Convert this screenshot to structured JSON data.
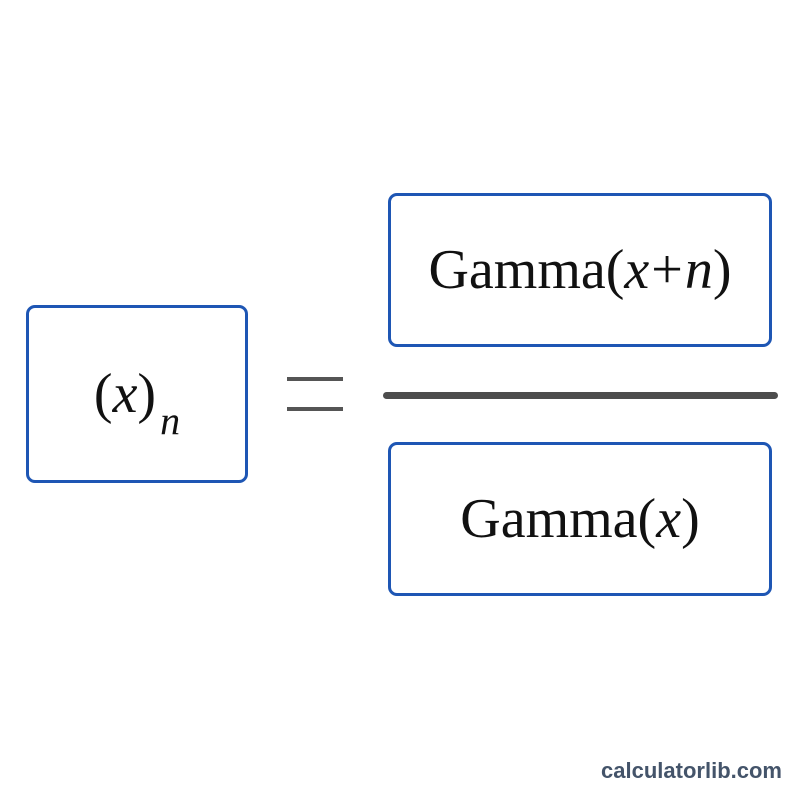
{
  "formula": {
    "lhs": {
      "open_paren": "(",
      "variable": "x",
      "close_paren": ")",
      "subscript": "n"
    },
    "equals": "=",
    "numerator": {
      "function": "Gamma",
      "open_paren": "(",
      "var1": "x",
      "operator": "+",
      "var2": "n",
      "close_paren": ")"
    },
    "denominator": {
      "function": "Gamma",
      "open_paren": "(",
      "variable": "x",
      "close_paren": ")"
    }
  },
  "watermark": "calculatorlib.com",
  "colors": {
    "box_border": "#1e56b4",
    "fraction_line": "#4d4d4d",
    "equals_sign": "#555555",
    "watermark": "#44546a"
  }
}
